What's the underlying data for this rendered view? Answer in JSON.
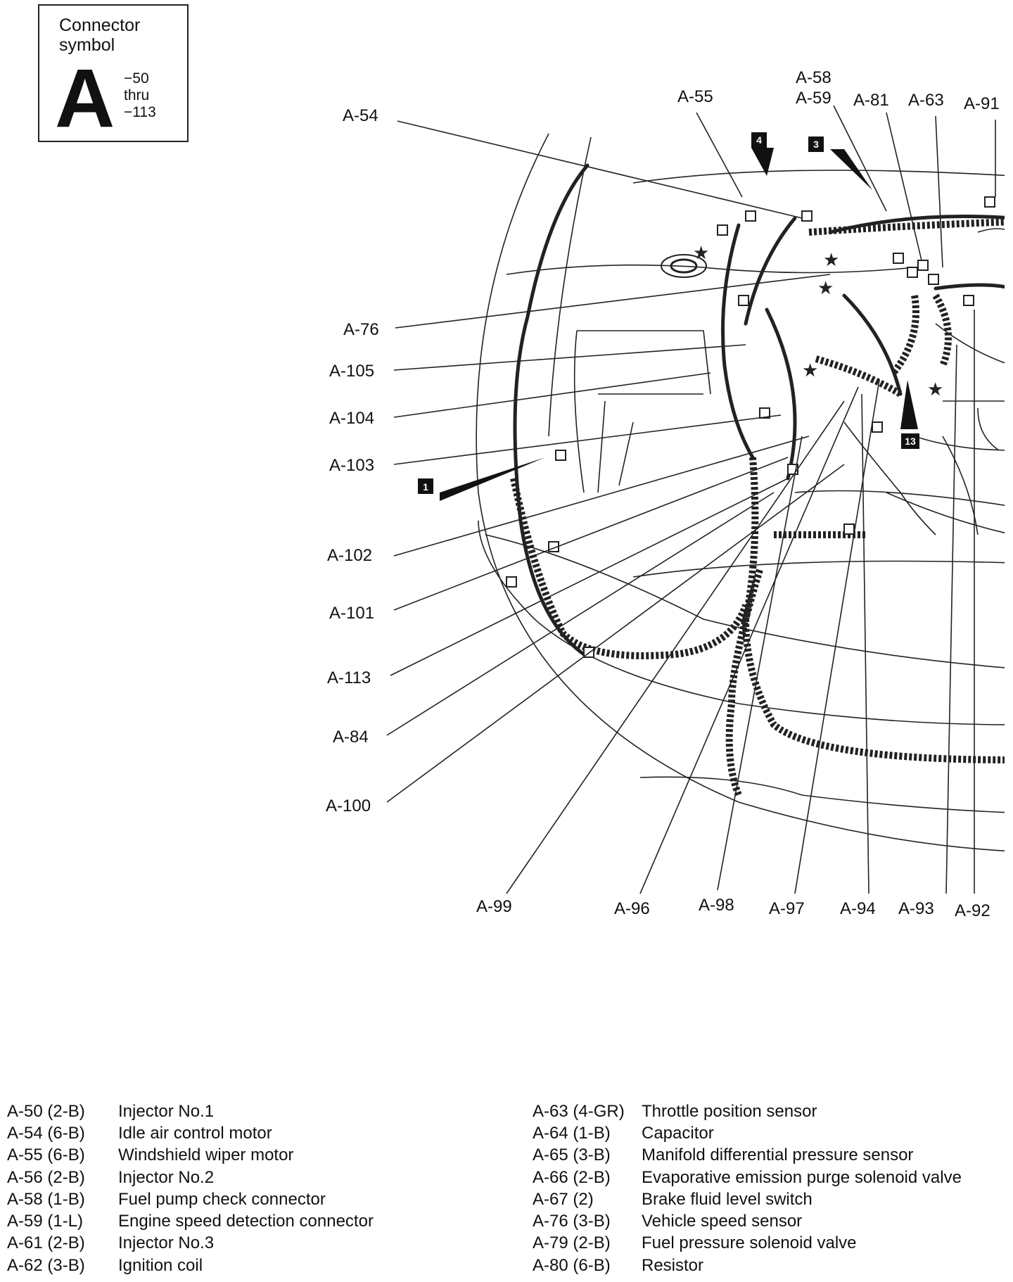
{
  "connector_symbol": {
    "title": "Connector\nsymbol",
    "letter": "A",
    "range": "−50\nthru\n−113"
  },
  "callouts": [
    {
      "id": "a54",
      "text": "A-54"
    },
    {
      "id": "a55",
      "text": "A-55"
    },
    {
      "id": "a58",
      "text": "A-58"
    },
    {
      "id": "a59",
      "text": "A-59"
    },
    {
      "id": "a81",
      "text": "A-81"
    },
    {
      "id": "a63",
      "text": "A-63"
    },
    {
      "id": "a91",
      "text": "A-91"
    },
    {
      "id": "a76",
      "text": "A-76"
    },
    {
      "id": "a105",
      "text": "A-105"
    },
    {
      "id": "a104",
      "text": "A-104"
    },
    {
      "id": "a103",
      "text": "A-103"
    },
    {
      "id": "a102",
      "text": "A-102"
    },
    {
      "id": "a101",
      "text": "A-101"
    },
    {
      "id": "a113",
      "text": "A-113"
    },
    {
      "id": "a84",
      "text": "A-84"
    },
    {
      "id": "a100",
      "text": "A-100"
    },
    {
      "id": "a99",
      "text": "A-99"
    },
    {
      "id": "a96",
      "text": "A-96"
    },
    {
      "id": "a98",
      "text": "A-98"
    },
    {
      "id": "a97",
      "text": "A-97"
    },
    {
      "id": "a94",
      "text": "A-94"
    },
    {
      "id": "a93",
      "text": "A-93"
    },
    {
      "id": "a92",
      "text": "A-92"
    }
  ],
  "markers": [
    "1",
    "3",
    "4",
    "13"
  ],
  "legend_left": [
    {
      "code": "A-50 (2-B)",
      "desc": "Injector No.1"
    },
    {
      "code": "A-54 (6-B)",
      "desc": "Idle air control motor"
    },
    {
      "code": "A-55 (6-B)",
      "desc": "Windshield wiper motor"
    },
    {
      "code": "A-56 (2-B)",
      "desc": "Injector No.2"
    },
    {
      "code": "A-58 (1-B)",
      "desc": "Fuel pump check connector"
    },
    {
      "code": "A-59 (1-L)",
      "desc": "Engine speed detection connector"
    },
    {
      "code": "A-61 (2-B)",
      "desc": "Injector No.3"
    },
    {
      "code": "A-62 (3-B)",
      "desc": "Ignition coil"
    }
  ],
  "legend_right": [
    {
      "code": "A-63 (4-GR)",
      "desc": "Throttle position sensor"
    },
    {
      "code": "A-64 (1-B)",
      "desc": "Capacitor"
    },
    {
      "code": "A-65 (3-B)",
      "desc": "Manifold differential pressure sensor"
    },
    {
      "code": "A-66 (2-B)",
      "desc": "Evaporative emission purge solenoid valve"
    },
    {
      "code": "A-67 (2)",
      "desc": "Brake fluid level switch"
    },
    {
      "code": "A-76 (3-B)",
      "desc": "Vehicle speed sensor"
    },
    {
      "code": "A-79 (2-B)",
      "desc": "Fuel pressure solenoid valve"
    },
    {
      "code": "A-80 (6-B)",
      "desc": "Resistor"
    }
  ]
}
